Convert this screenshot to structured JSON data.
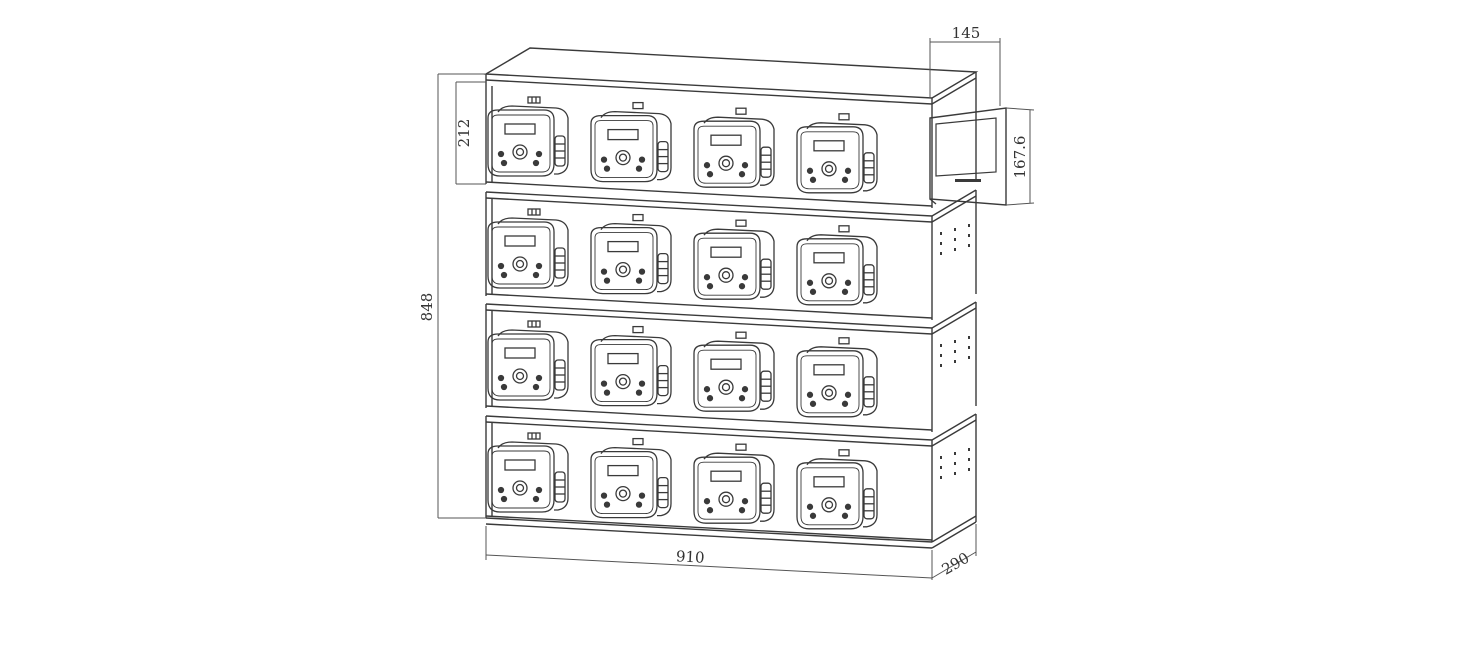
{
  "colors": {
    "background": "#ffffff",
    "line": "#3a3a3a",
    "dim_line": "#555555",
    "text": "#333333"
  },
  "dimensions": {
    "width": "910",
    "depth": "290",
    "height": "848",
    "shelf_height": "212",
    "controller_width": "145",
    "controller_height": "167.6"
  },
  "rack": {
    "shelves": 4,
    "pumps_per_shelf": 4
  }
}
